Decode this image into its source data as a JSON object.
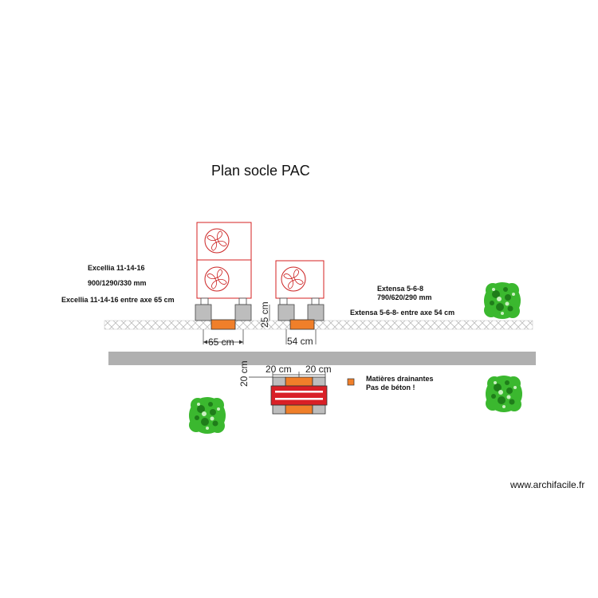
{
  "title": "Plan socle PAC",
  "excellia": {
    "name": "Excellia 11-14-16",
    "dims": "900/1290/330 mm",
    "axis": "Excellia 11-14-16  entre axe 65 cm"
  },
  "extensa": {
    "name": "Extensa 5-6-8",
    "dims": "790/620/290 mm",
    "axis": "Extensa 5-6-8- entre axe 54 cm"
  },
  "dimensions": {
    "d65": "65 cm",
    "d54": "54 cm",
    "d25": "25 cm",
    "d20_vertical": "20 cm",
    "d20_left": "20 cm",
    "d20_right": "20 cm"
  },
  "legend": {
    "line1": "Matières drainantes",
    "line2": "Pas de béton !"
  },
  "watermark": "www.archifacile.fr",
  "colors": {
    "unit_outline": "#d62020",
    "fan": "#cc2222",
    "support": "#bdbdbd",
    "drainage": "#f07f2a",
    "wall": "#b0b0b0",
    "tree": "#3bb82f",
    "pad": "#d91f26"
  },
  "icons": [
    "fan-icon",
    "tree-icon"
  ]
}
